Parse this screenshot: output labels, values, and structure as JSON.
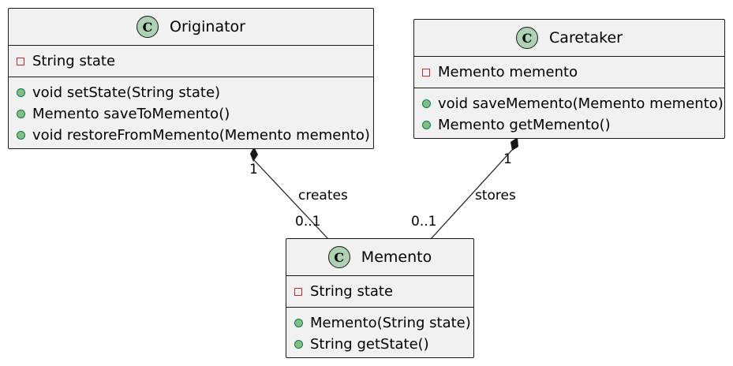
{
  "diagram": {
    "classes": [
      {
        "id": "originator",
        "badge": "C",
        "name": "Originator",
        "attributes": [
          {
            "visibility": "private",
            "text": "String state"
          }
        ],
        "methods": [
          {
            "visibility": "public",
            "text": "void setState(String state)"
          },
          {
            "visibility": "public",
            "text": "Memento saveToMemento()"
          },
          {
            "visibility": "public",
            "text": "void restoreFromMemento(Memento memento)"
          }
        ]
      },
      {
        "id": "caretaker",
        "badge": "C",
        "name": "Caretaker",
        "attributes": [
          {
            "visibility": "private",
            "text": "Memento memento"
          }
        ],
        "methods": [
          {
            "visibility": "public",
            "text": "void saveMemento(Memento memento)"
          },
          {
            "visibility": "public",
            "text": "Memento getMemento()"
          }
        ]
      },
      {
        "id": "memento",
        "badge": "C",
        "name": "Memento",
        "attributes": [
          {
            "visibility": "private",
            "text": "String state"
          }
        ],
        "methods": [
          {
            "visibility": "public",
            "text": "Memento(String state)"
          },
          {
            "visibility": "public",
            "text": "String getState()"
          }
        ]
      }
    ],
    "relations": [
      {
        "from": "originator",
        "to": "memento",
        "type": "composition",
        "label": "creates",
        "from_multiplicity": "1",
        "to_multiplicity": "0..1"
      },
      {
        "from": "caretaker",
        "to": "memento",
        "type": "composition",
        "label": "stores",
        "from_multiplicity": "1",
        "to_multiplicity": "0..1"
      }
    ],
    "colors": {
      "class_fill": "#f1f1f1",
      "border": "#181818",
      "class_badge": "#add1b2",
      "private_marker": "#c82930",
      "public_marker_fill": "#84be84",
      "public_marker_border": "#038048"
    }
  }
}
